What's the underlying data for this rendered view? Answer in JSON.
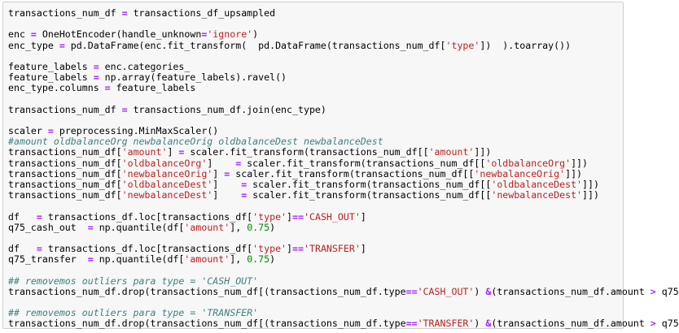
{
  "cell": {
    "lines": [
      "transactions_num_df = transactions_df_upsampled",
      "",
      "enc = OneHotEncoder(handle_unknown='ignore')",
      "enc_type = pd.DataFrame(enc.fit_transform(  pd.DataFrame(transactions_num_df['type'])  ).toarray())",
      "",
      "feature_labels = enc.categories_",
      "feature_labels = np.array(feature_labels).ravel()",
      "enc_type.columns = feature_labels",
      "",
      "transactions_num_df = transactions_num_df.join(enc_type)",
      "",
      "scaler = preprocessing.MinMaxScaler()",
      "#amount oldbalanceOrg newbalanceOrig oldbalanceDest newbalanceDest",
      "transactions_num_df['amount'] = scaler.fit_transform(transactions_num_df[['amount']])",
      "transactions_num_df['oldbalanceOrg']    = scaler.fit_transform(transactions_num_df[['oldbalanceOrg']])",
      "transactions_num_df['newbalanceOrig'] = scaler.fit_transform(transactions_num_df[['newbalanceOrig']])",
      "transactions_num_df['oldbalanceDest']    = scaler.fit_transform(transactions_num_df[['oldbalanceDest']])",
      "transactions_num_df['newbalanceDest']    = scaler.fit_transform(transactions_num_df[['newbalanceDest']])",
      "",
      "df   = transactions_df.loc[transactions_df['type']=='CASH_OUT']",
      "q75_cash_out  = np.quantile(df['amount'], 0.75)",
      "",
      "df   = transactions_df.loc[transactions_df['type']=='TRANSFER']",
      "q75_transfer  = np.quantile(df['amount'], 0.75)",
      "",
      "## removemos outliers para type = 'CASH_OUT'",
      "transactions_num_df.drop(transactions_num_df[(transactions_num_df.type=='CASH_OUT') &(transactions_num_df.amount > q75",
      "",
      "## removemos outliers para type = 'TRANSFER'",
      "transactions_num_df.drop(transactions_num_df[(transactions_num_df.type=='TRANSFER') &(transactions_num_df.amount > q75"
    ]
  }
}
